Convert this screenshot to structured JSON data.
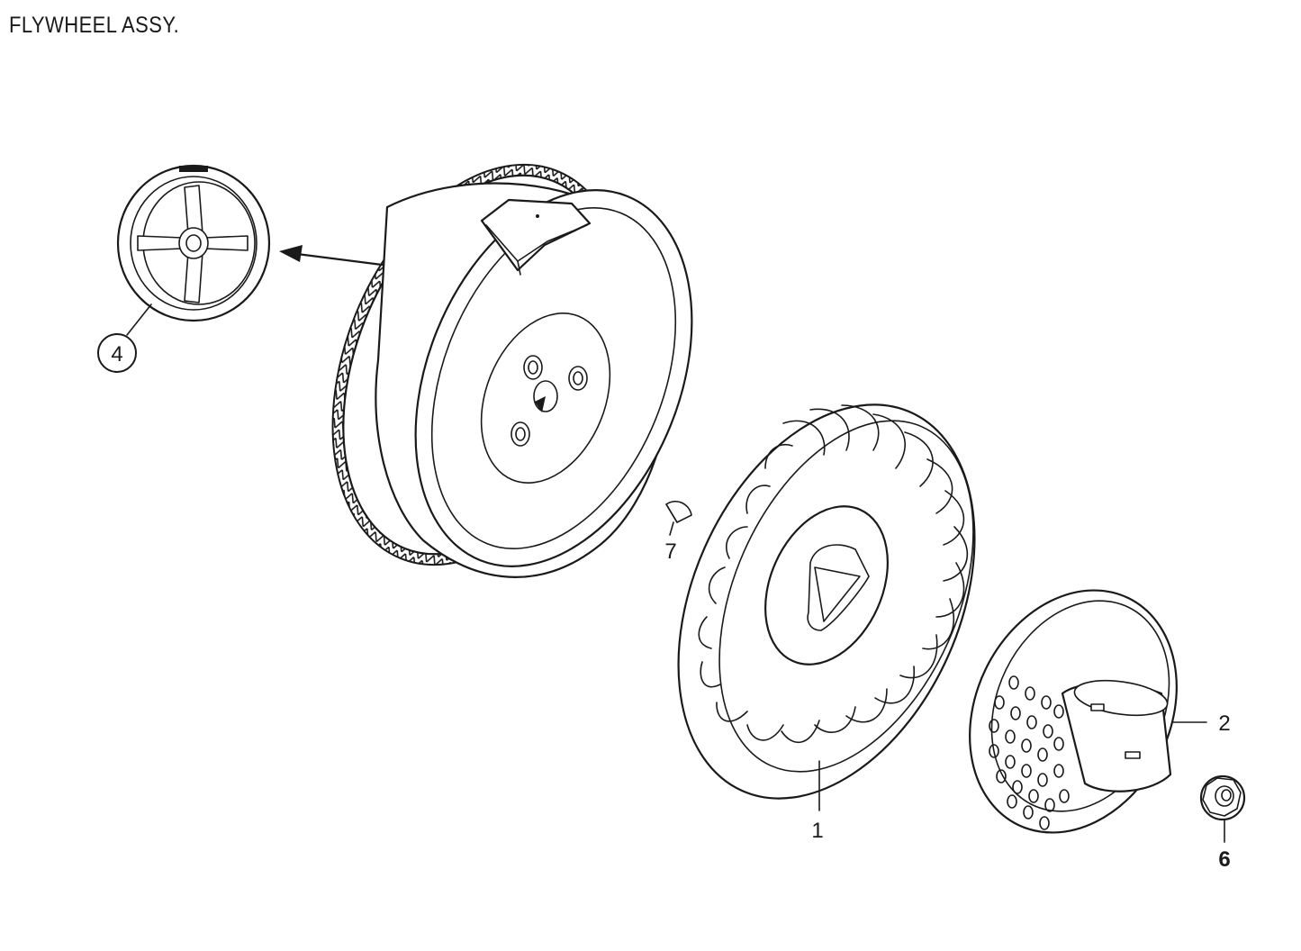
{
  "title": "FLYWHEEL ASSY.",
  "callouts": [
    {
      "id": "4",
      "label": "4",
      "circled": true
    },
    {
      "id": "7",
      "label": "7",
      "circled": false
    },
    {
      "id": "1",
      "label": "1",
      "circled": false
    },
    {
      "id": "2",
      "label": "2",
      "circled": false
    },
    {
      "id": "6",
      "label": "6",
      "circled": false
    }
  ],
  "parts": [
    {
      "name": "flywheel",
      "icon": "flywheel-icon"
    },
    {
      "name": "starter-pulley",
      "icon": "pulley-icon"
    },
    {
      "name": "cooling-fan",
      "icon": "fan-icon"
    },
    {
      "name": "starter-cup",
      "icon": "starter-cup-icon"
    },
    {
      "name": "woodruff-key",
      "icon": "key-icon"
    },
    {
      "name": "flange-nut",
      "icon": "nut-icon"
    }
  ]
}
